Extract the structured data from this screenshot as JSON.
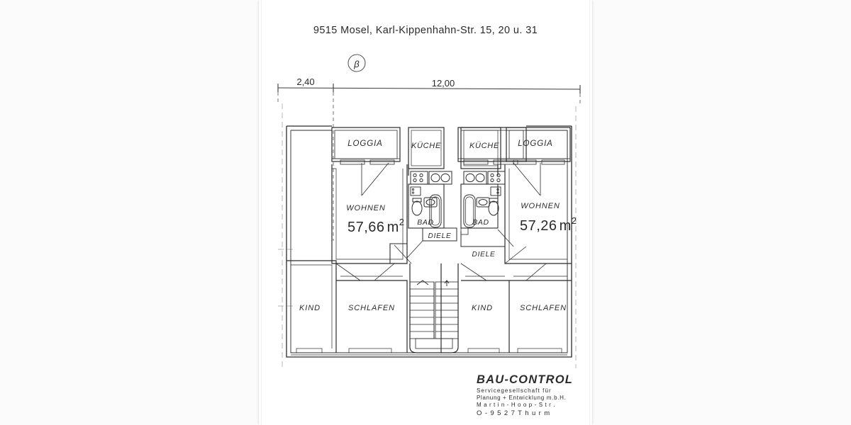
{
  "document": {
    "type": "architectural-floor-plan",
    "title": "9515 Mosel, Karl-Kippenhahn-Str. 15, 20 u. 31",
    "revision_mark": "β",
    "sheet_background": "#ffffff",
    "page_background": "#fbfbfb",
    "ink_color": "#2b2b2b"
  },
  "dimensions": {
    "left_offset": "2,40",
    "main_span": "12,00"
  },
  "apartments": {
    "left": {
      "area": "57,66",
      "area_unit": "m",
      "area_exponent": "2",
      "rooms": {
        "loggia": "LOGGIA",
        "kueche": "KÜCHE",
        "wohnen": "WOHNEN",
        "bad": "BAD",
        "diele": "DIELE",
        "kind": "KIND",
        "schlafen": "SCHLAFEN"
      }
    },
    "right": {
      "area": "57,26",
      "area_unit": "m",
      "area_exponent": "2",
      "rooms": {
        "loggia": "LOGGIA",
        "kueche": "KÜCHE",
        "wohnen": "WOHNEN",
        "bad": "BAD",
        "diele": "DIELE",
        "kind": "KIND",
        "schlafen": "SCHLAFEN"
      }
    }
  },
  "titleblock": {
    "company": "BAU-CONTROL",
    "line1": "Servicegesellschaft für",
    "line2": "Planung + Entwicklung m.b.H.",
    "line3": "M a r t i n - H o o p - S t r .",
    "line4": "O - 9 5 2 7   T h u r m"
  }
}
